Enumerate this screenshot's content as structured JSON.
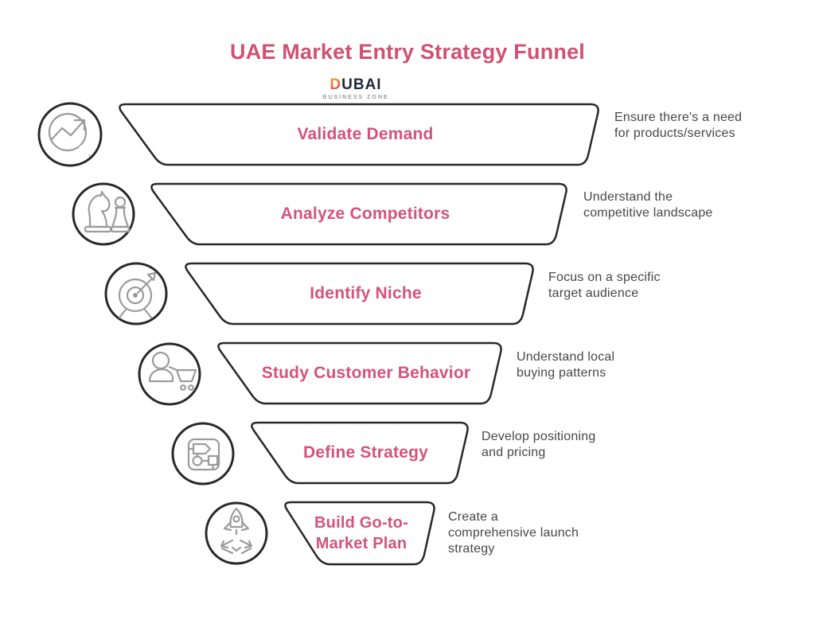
{
  "title": "UAE Market Entry Strategy Funnel",
  "logo": {
    "wordmark_accent": "D",
    "wordmark_rest": "UBAI",
    "tagline": "BUSINESS ZONE"
  },
  "colors": {
    "accent_pink": "#d4537a",
    "title_pink": "#cf5173",
    "shape_outline": "#282828",
    "icon_gray": "#9b9b9b",
    "description_text": "#474747",
    "logo_gradient_start": "#f5a21d",
    "logo_gradient_end": "#e52f70",
    "logo_text": "#1e2936"
  },
  "funnel": {
    "stages": [
      {
        "label": "Validate Demand",
        "description": "Ensure there's a need for products/services",
        "icon": "market-analysis-icon"
      },
      {
        "label": "Analyze Competitors",
        "description": "Understand the competitive landscape",
        "icon": "chess-pieces-icon"
      },
      {
        "label": "Identify Niche",
        "description": "Focus on a specific target audience",
        "icon": "target-icon"
      },
      {
        "label": "Study Customer Behavior",
        "description": "Understand local buying patterns",
        "icon": "customer-cart-icon"
      },
      {
        "label": "Define Strategy",
        "description": "Develop positioning and pricing",
        "icon": "strategy-flowchart-icon"
      },
      {
        "label": "Build Go-to-Market Plan",
        "description": "Create a comprehensive launch strategy",
        "icon": "rocket-launch-icon"
      }
    ]
  }
}
